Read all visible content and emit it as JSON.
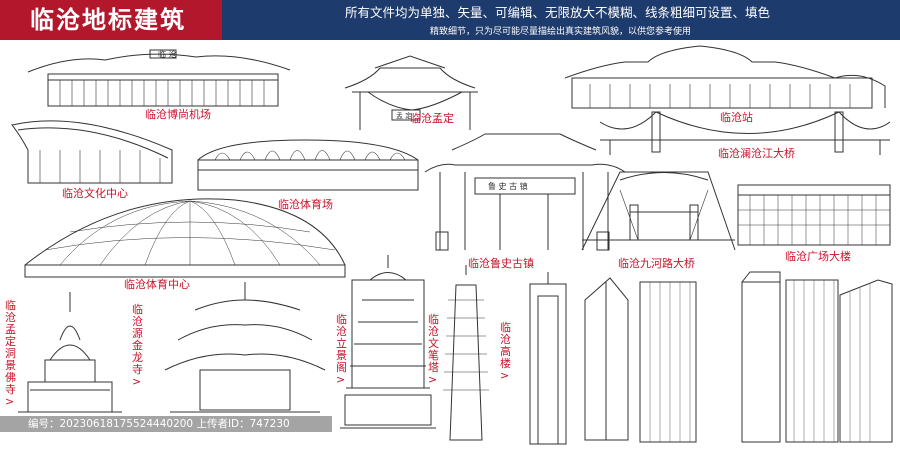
{
  "header": {
    "title": "临沧地标建筑",
    "subtitle": "所有文件均为单独、矢量、可编辑、无限放大不模糊、线条粗细可设置、填色",
    "note": "精致细节，只为尽可能尽量描绘出真实建筑风貌，以供您参考使用"
  },
  "landmarks": [
    {
      "id": "airport",
      "label": "临沧博尚机场"
    },
    {
      "id": "mengding",
      "label": "临沧孟定"
    },
    {
      "id": "station",
      "label": "临沧站"
    },
    {
      "id": "lancang-bridge",
      "label": "临沧澜沧江大桥"
    },
    {
      "id": "culture-center",
      "label": "临沧文化中心"
    },
    {
      "id": "stadium",
      "label": "临沧体育场"
    },
    {
      "id": "lushi-town",
      "label": "临沧鲁史古镇"
    },
    {
      "id": "jiuhe-bridge",
      "label": "临沧九河路大桥"
    },
    {
      "id": "plaza-building",
      "label": "临沧广场大楼"
    },
    {
      "id": "sports-center",
      "label": "临沧体育中心"
    },
    {
      "id": "dongjing-temple",
      "label": "临沧孟定洞景佛寺"
    },
    {
      "id": "jinlong-temple",
      "label": "临沧源金龙寺"
    },
    {
      "id": "lijing-pavilion",
      "label": "临沧立景阁"
    },
    {
      "id": "wenbi-pagoda",
      "label": "临沧文笔塔"
    },
    {
      "id": "high-rise",
      "label": "临沧高楼"
    }
  ],
  "arrow": ">",
  "signs": {
    "airport": "临 沧",
    "mengding": "孟 定",
    "lushi": "鲁 史 古 镇"
  },
  "footer": {
    "text": "编号：20230618175524440200 上传者ID：747230"
  },
  "colors": {
    "red": "#b3172b",
    "navy": "#1e3b6d",
    "label": "#c8142b",
    "line": "#333333"
  }
}
